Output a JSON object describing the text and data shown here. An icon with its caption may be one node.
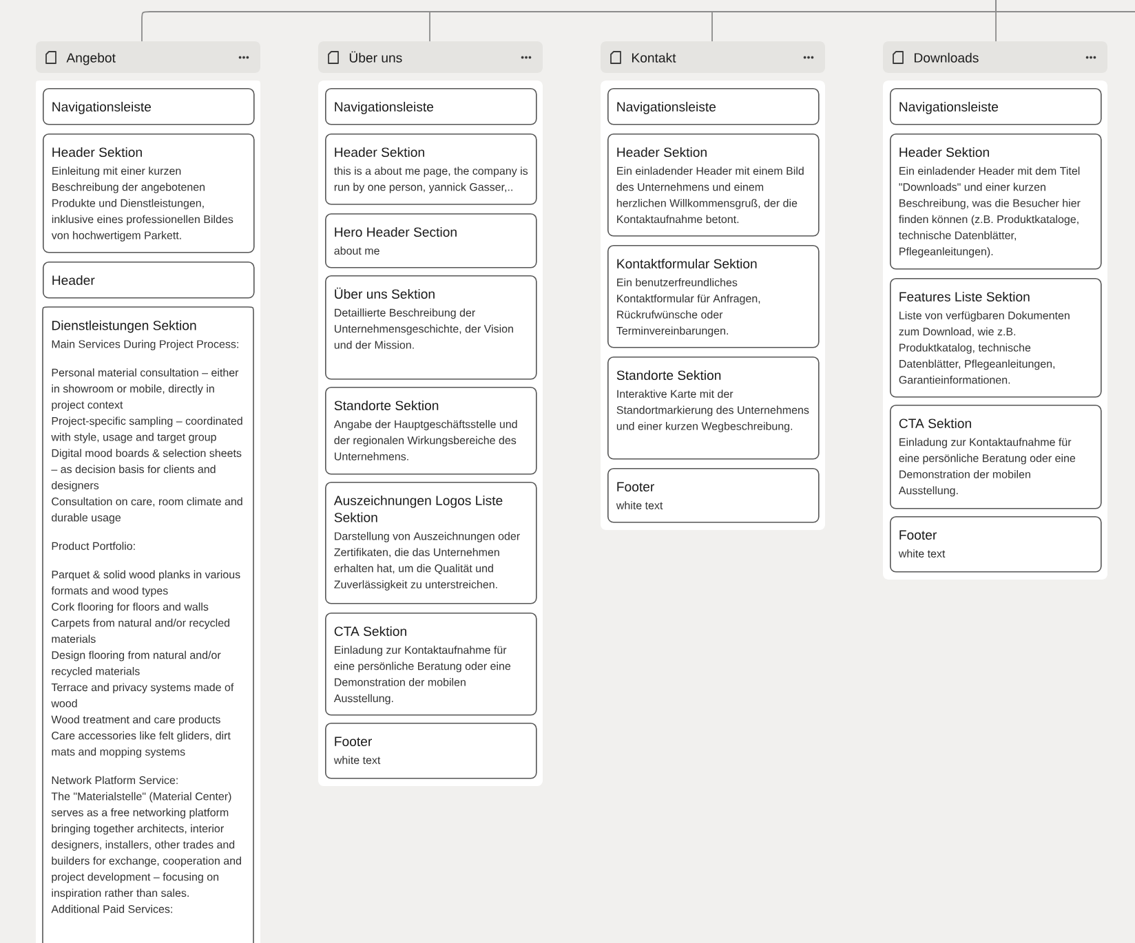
{
  "diagram": {
    "nodes": [
      {
        "text": [
          "Angebot"
        ]
      },
      {
        "text": [
          "Navigationsleiste"
        ],
        "in": 0
      },
      {
        "text": [
          "Header Sektion",
          "Einleitung mit einer kurzen Beschreibung der angebotenen Produkte und Dienstleistungen, inklusive eines professionellen Bildes von hochwertigem Parkett."
        ],
        "in": 0
      },
      {
        "text": [
          "Header"
        ],
        "in": 0
      },
      {
        "text": [
          "Dienstleistungen Sektion",
          "Main Services During Project Process:",
          "Personal material consultation – either in showroom or mobile, directly in project context",
          "Project-specific sampling – coordinated with style, usage and target group",
          "Digital mood boards & selection sheets – as decision basis for clients and designers",
          "Consultation on care, room climate and durable usage",
          "Product Portfolio:",
          "Parquet & solid wood planks in various formats and wood types",
          "Cork flooring for floors and walls",
          "Carpets from natural and/or recycled materials",
          "Design flooring from natural and/or recycled materials",
          "Terrace and privacy systems made of wood",
          "Wood treatment and care products",
          "Care accessories like felt gliders, dirt mats and mopping systems",
          "Network Platform Service:",
          "The \"Materialstelle\" (Material Center) serves as a free networking platform bringing together architects, interior designers, installers, other trades and builders for exchange, cooperation and project development – focusing on inspiration rather than sales.",
          "Additional Paid Services:"
        ],
        "in": 0
      },
      {
        "text": [
          "Über uns"
        ]
      },
      {
        "text": [
          "Navigationsleiste"
        ],
        "in": 5
      },
      {
        "text": [
          "Header Sektion",
          "this is a about me page, the company is run by one person, yannick Gasser,.."
        ],
        "in": 5
      },
      {
        "text": [
          "Hero Header Section",
          "about me"
        ],
        "in": 5
      },
      {
        "text": [
          "Über uns Sektion",
          "Detaillierte Beschreibung der Unternehmensgeschichte, der Vision und der Mission."
        ],
        "in": 5
      },
      {
        "text": [
          "Standorte Sektion",
          "Angabe der Hauptgeschäftsstelle und der regionalen Wirkungsbereiche des Unternehmens."
        ],
        "in": 5
      },
      {
        "text": [
          "Auszeichnungen Logos Liste Sektion",
          "Darstellung von Auszeichnungen oder Zertifikaten, die das Unternehmen erhalten hat, um die Qualität und Zuverlässigkeit zu unterstreichen."
        ],
        "in": 5
      },
      {
        "text": [
          "CTA Sektion",
          "Einladung zur Kontaktaufnahme für eine persönliche Beratung oder eine Demonstration der mobilen Ausstellung."
        ],
        "in": 5
      },
      {
        "text": [
          "Footer",
          "white text"
        ],
        "in": 5
      },
      {
        "text": [
          "Kontakt"
        ]
      },
      {
        "text": [
          "Navigationsleiste"
        ],
        "in": 14
      },
      {
        "text": [
          "Header Sektion",
          "Ein einladender Header mit einem Bild des Unternehmens und einem herzlichen Willkommensgruß, der die Kontaktaufnahme betont."
        ],
        "in": 14
      },
      {
        "text": [
          "Kontaktformular Sektion",
          "Ein benutzerfreundliches Kontaktformular für Anfragen, Rückrufwünsche oder Terminvereinbarungen."
        ],
        "in": 14
      },
      {
        "text": [
          "Standorte Sektion",
          "Interaktive Karte mit der Standortmarkierung des Unternehmens und einer kurzen Wegbeschreibung."
        ],
        "in": 14
      },
      {
        "text": [
          "Footer",
          "white text"
        ],
        "in": 14
      },
      {
        "text": [
          "Downloads"
        ]
      },
      {
        "text": [
          "Navigationsleiste"
        ],
        "in": 20
      },
      {
        "text": [
          "Header Sektion",
          "Ein einladender Header mit dem Titel \"Downloads\" und einer kurzen Beschreibung, was die Besucher hier finden können (z.B. Produktkataloge, technische Datenblätter, Pflegeanleitungen)."
        ],
        "in": 20
      },
      {
        "text": [
          "Features Liste Sektion",
          "Liste von verfügbaren Dokumenten zum Download, wie z.B. Produktkatalog, technische Datenblätter, Pflegeanleitungen, Garantieinformationen."
        ],
        "in": 20
      },
      {
        "text": [
          "CTA Sektion",
          "Einladung zur Kontaktaufnahme für eine persönliche Beratung oder eine Demonstration der mobilen Ausstellung."
        ],
        "in": 20
      },
      {
        "text": [
          "Footer",
          "white text"
        ],
        "in": 20
      }
    ],
    "edges": [
      {
        "from": null,
        "to": 0,
        "arrow": "none"
      },
      {
        "from": null,
        "to": 5,
        "arrow": "none"
      },
      {
        "from": null,
        "to": 14,
        "arrow": "none"
      },
      {
        "from": null,
        "to": 20,
        "arrow": "none"
      }
    ]
  }
}
